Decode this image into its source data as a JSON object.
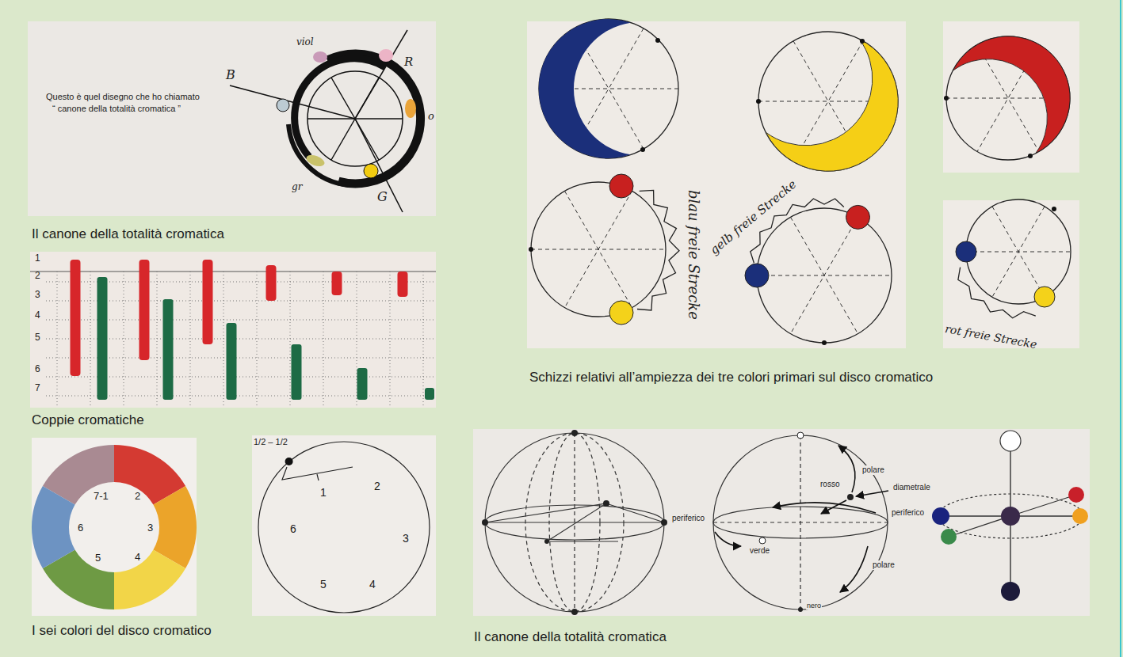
{
  "diagram": {
    "labels": [
      "Questo è quel disegno che ho chiamato",
      "“ canone della totalità cromatica ”",
      "viol",
      "R",
      "B",
      "o",
      "gr",
      "G",
      "Il canone della totalità cromatica",
      "1",
      "2",
      "3",
      "4",
      "5",
      "6",
      "7",
      "Coppie cromatiche",
      "7-1",
      "2",
      "3",
      "4",
      "5",
      "6",
      "I sei colori del disco cromatico",
      "1/2 – 1/2",
      "1",
      "2",
      "3",
      "4",
      "5",
      "6",
      "blau freie Strecke",
      "gelb freie Strecke",
      "rot freie Strecke",
      "Schizzi relativi all’ampiezza dei tre colori primari sul disco cromatico",
      "periferico",
      "polare",
      "rosso",
      "diametrale",
      "periferico",
      "verde",
      "polare",
      "nero",
      "Il canone della totalità cromatica"
    ]
  }
}
